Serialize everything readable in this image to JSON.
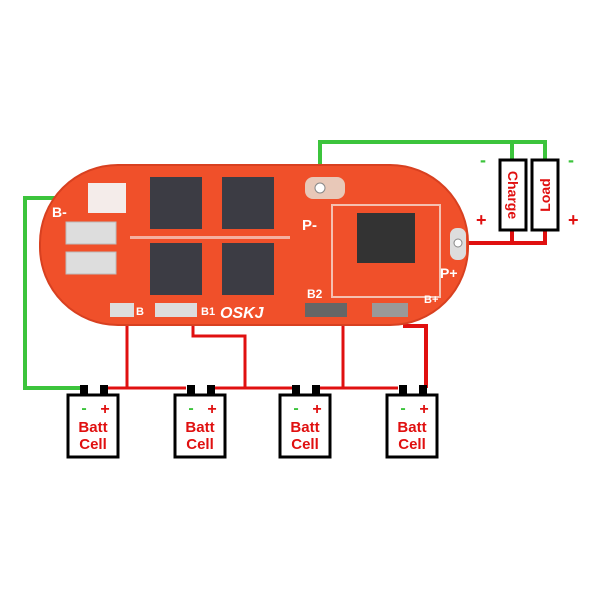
{
  "board": {
    "logo": "OSKJ",
    "pads": {
      "b_minus": "B-",
      "b": "B",
      "b1": "B1",
      "b2": "B2",
      "b_plus": "B+",
      "p_minus": "P-",
      "p_plus": "P+"
    }
  },
  "outputs": {
    "charge": {
      "label": "Charge",
      "minus": "-",
      "plus": "+"
    },
    "load": {
      "label": "Load",
      "minus": "-",
      "plus": "+"
    }
  },
  "cells": [
    {
      "line1": "Batt",
      "line2": "Cell",
      "minus": "-",
      "plus": "+"
    },
    {
      "line1": "Batt",
      "line2": "Cell",
      "minus": "-",
      "plus": "+"
    },
    {
      "line1": "Batt",
      "line2": "Cell",
      "minus": "-",
      "plus": "+"
    },
    {
      "line1": "Batt",
      "line2": "Cell",
      "minus": "-",
      "plus": "+"
    }
  ],
  "colors": {
    "board": "#f0502a",
    "negative_wire": "#3cc43c",
    "positive_wire": "#e01010",
    "chip": "#3c3c44"
  }
}
